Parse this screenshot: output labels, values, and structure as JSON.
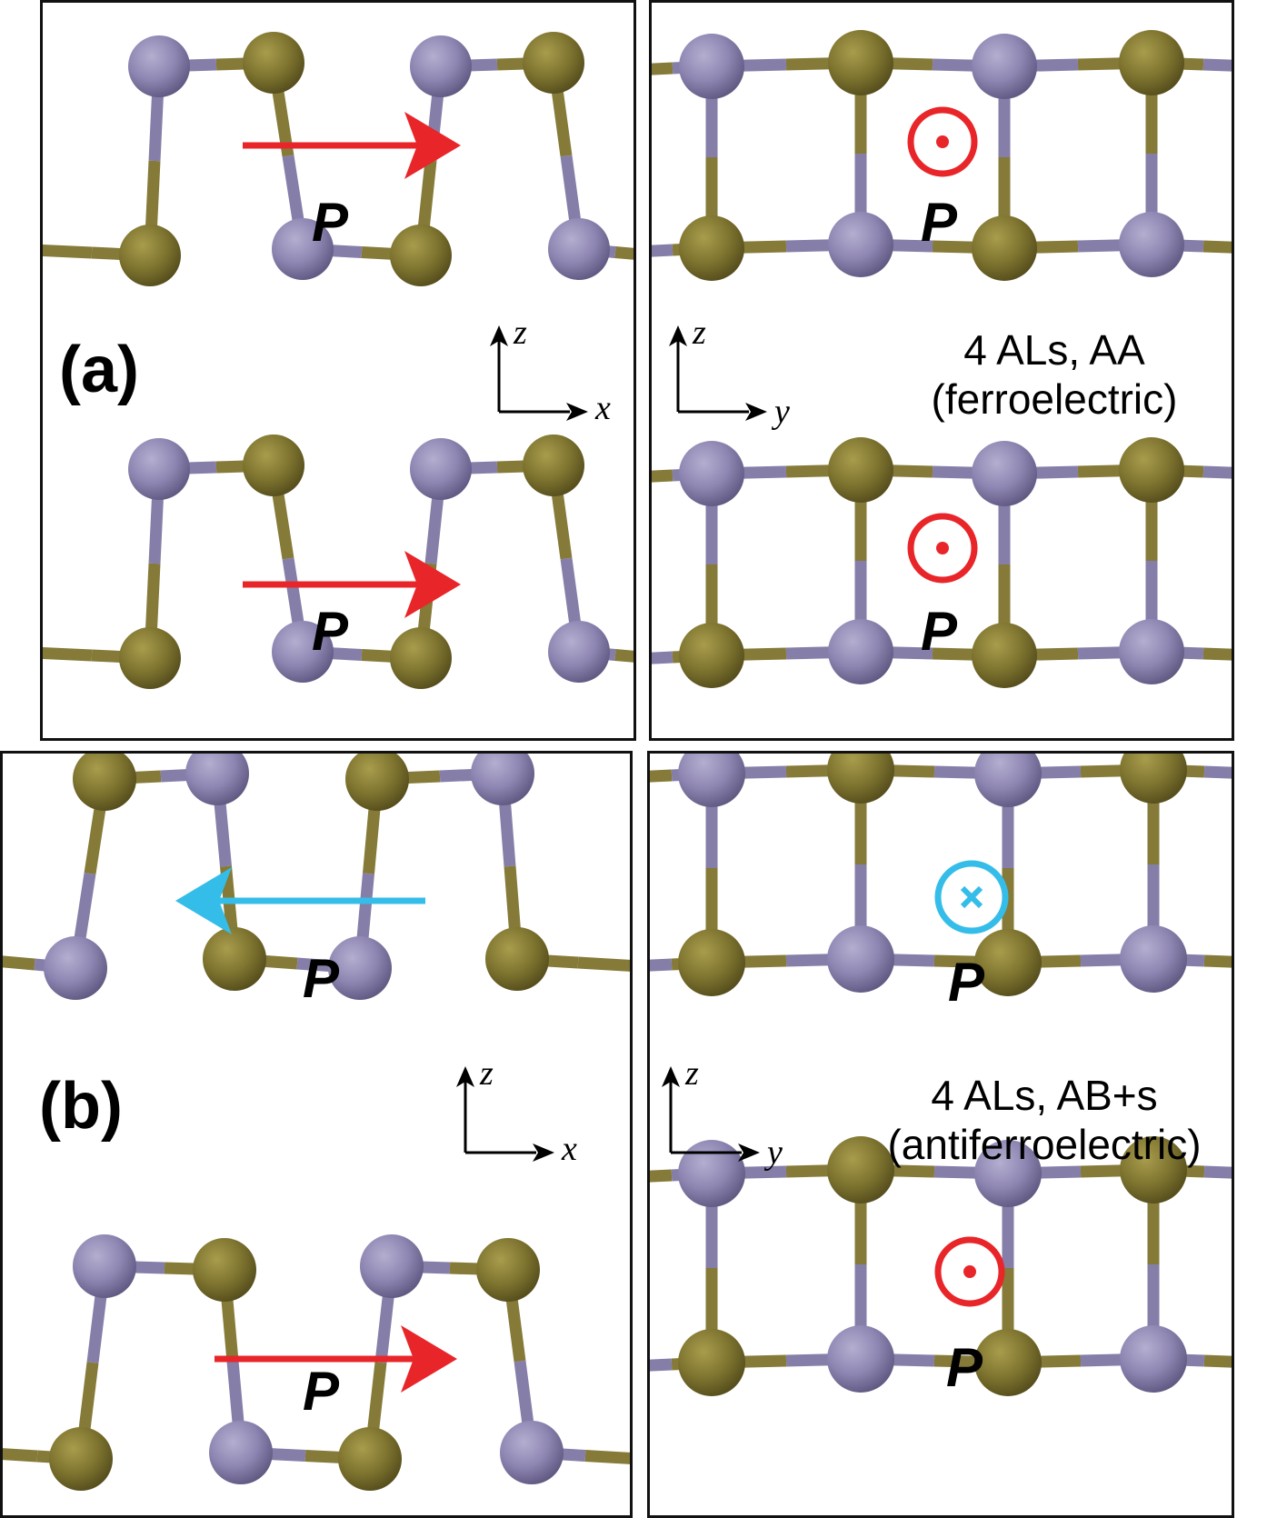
{
  "panels": {
    "a": {
      "label": "(a)",
      "x_axis": "x",
      "y_axis": "y",
      "z_axis": "z",
      "caption_line1": "4 ALs, AA",
      "caption_line2": "(ferroelectric)",
      "polarization_label": "P",
      "left_top_polarization": "+x",
      "left_bottom_polarization": "+x",
      "right_top_polarization": "out-of-plane (dot)",
      "right_bottom_polarization": "out-of-plane (dot)"
    },
    "b": {
      "label": "(b)",
      "x_axis": "x",
      "y_axis": "y",
      "z_axis": "z",
      "caption_line1": "4 ALs, AB+s",
      "caption_line2": "(antiferroelectric)",
      "polarization_label": "P",
      "left_top_polarization": "-x",
      "left_bottom_polarization": "+x",
      "right_top_polarization": "into-plane (cross)",
      "right_bottom_polarization": "out-of-plane (dot)"
    }
  },
  "colors": {
    "atom_purple": "#8e86b2",
    "atom_olive": "#7f7530",
    "arrow_red": "#e8262a",
    "arrow_blue": "#35bde9",
    "frame": "#111111"
  }
}
